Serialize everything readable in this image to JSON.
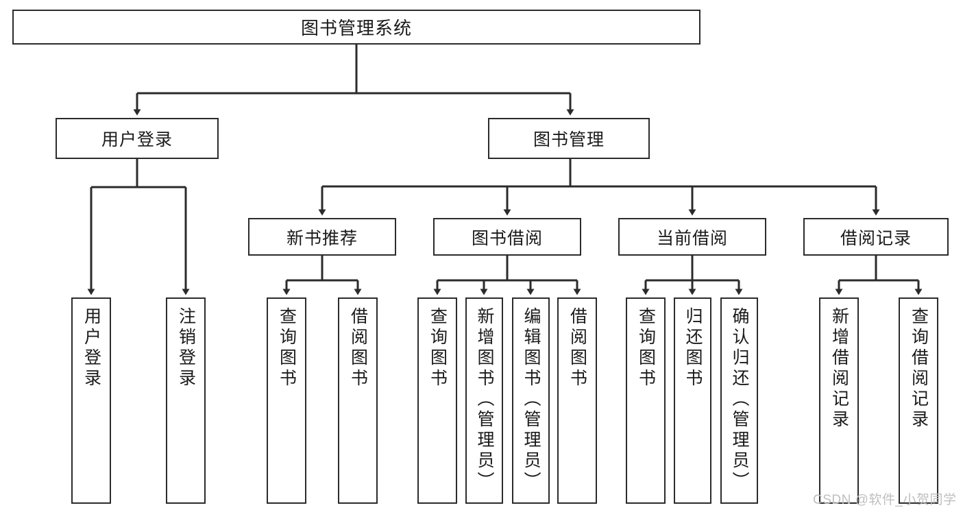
{
  "diagram": {
    "title": "图书管理系统",
    "root": {
      "label": "图书管理系统"
    },
    "level2": [
      {
        "label": "用户登录"
      },
      {
        "label": "图书管理"
      }
    ],
    "level3": [
      {
        "label": "新书推荐"
      },
      {
        "label": "图书借阅"
      },
      {
        "label": "当前借阅"
      },
      {
        "label": "借阅记录"
      }
    ],
    "leaves": {
      "user_login": [
        {
          "label": "用户登录"
        },
        {
          "label": "注销登录"
        }
      ],
      "new_book": [
        {
          "label": "查询图书"
        },
        {
          "label": "借阅图书"
        }
      ],
      "book_borrow": [
        {
          "label": "查询图书"
        },
        {
          "label": "新增图书（管理员）"
        },
        {
          "label": "编辑图书（管理员）"
        },
        {
          "label": "借阅图书"
        }
      ],
      "current_borrow": [
        {
          "label": "查询图书"
        },
        {
          "label": "归还图书"
        },
        {
          "label": "确认归还（管理员）"
        }
      ],
      "borrow_record": [
        {
          "label": "新增借阅记录"
        },
        {
          "label": "查询借阅记录"
        }
      ]
    }
  },
  "watermark": {
    "text": "CSDN @软件_小贺同学"
  },
  "colors": {
    "stroke": "#2b2b2b",
    "background": "#ffffff",
    "text": "#1a1a1a",
    "watermark": "#bfbfbf"
  }
}
